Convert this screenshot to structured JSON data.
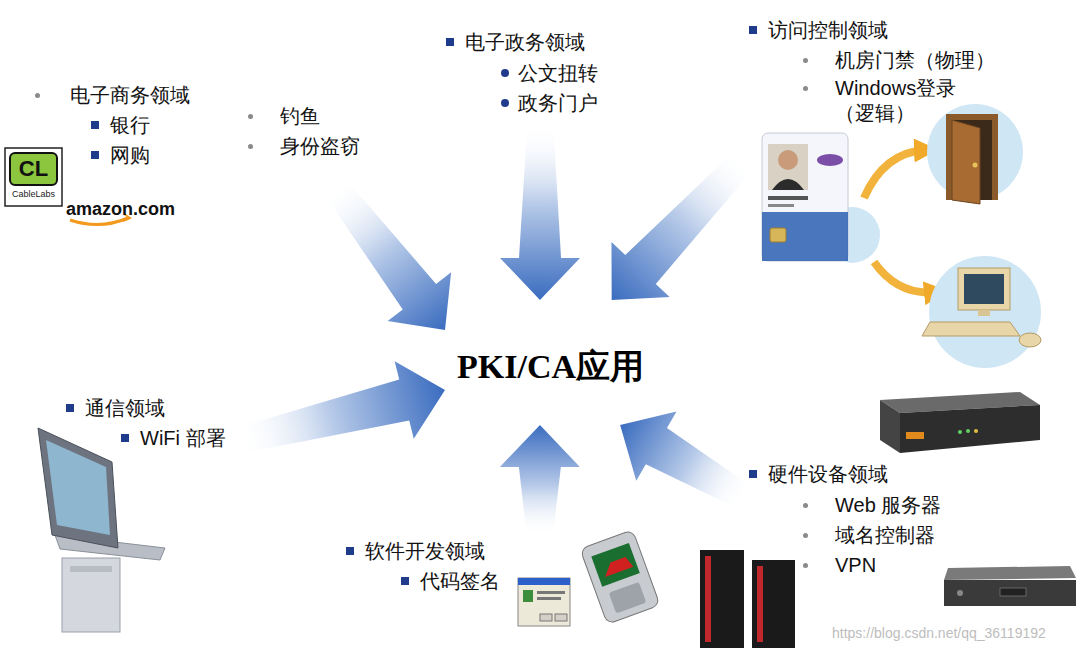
{
  "diagram": {
    "nodes": [
      {
        "text": [
          "电子商务领域",
          "银行",
          "网购",
          "钓鱼",
          "身份盗窃"
        ]
      },
      {
        "text": [
          "电子政务领域",
          "公文扭转",
          "政务门户"
        ]
      },
      {
        "text": [
          "访问控制领域",
          "机房门禁（物理）",
          "Windows登录（逻辑）"
        ]
      },
      {
        "text": [
          "PKI/CA应用"
        ]
      },
      {
        "text": [
          "通信领域",
          "WiFi 部署"
        ]
      },
      {
        "text": [
          "软件开发领域",
          "代码签名"
        ]
      },
      {
        "text": [
          "硬件设备领域",
          "Web 服务器",
          "域名控制器",
          "VPN"
        ]
      }
    ],
    "edges": [
      {
        "from": 0,
        "to": 3,
        "arrow": "to"
      },
      {
        "from": 1,
        "to": 3,
        "arrow": "to"
      },
      {
        "from": 2,
        "to": 3,
        "arrow": "to"
      },
      {
        "from": 4,
        "to": 3,
        "arrow": "to"
      },
      {
        "from": 5,
        "to": 3,
        "arrow": "to"
      },
      {
        "from": 6,
        "to": 3,
        "arrow": "to"
      }
    ],
    "labels": [
      "CL",
      "CableLabs",
      "amazon.com",
      "https://blog.csdn.net/qq_36119192"
    ]
  }
}
